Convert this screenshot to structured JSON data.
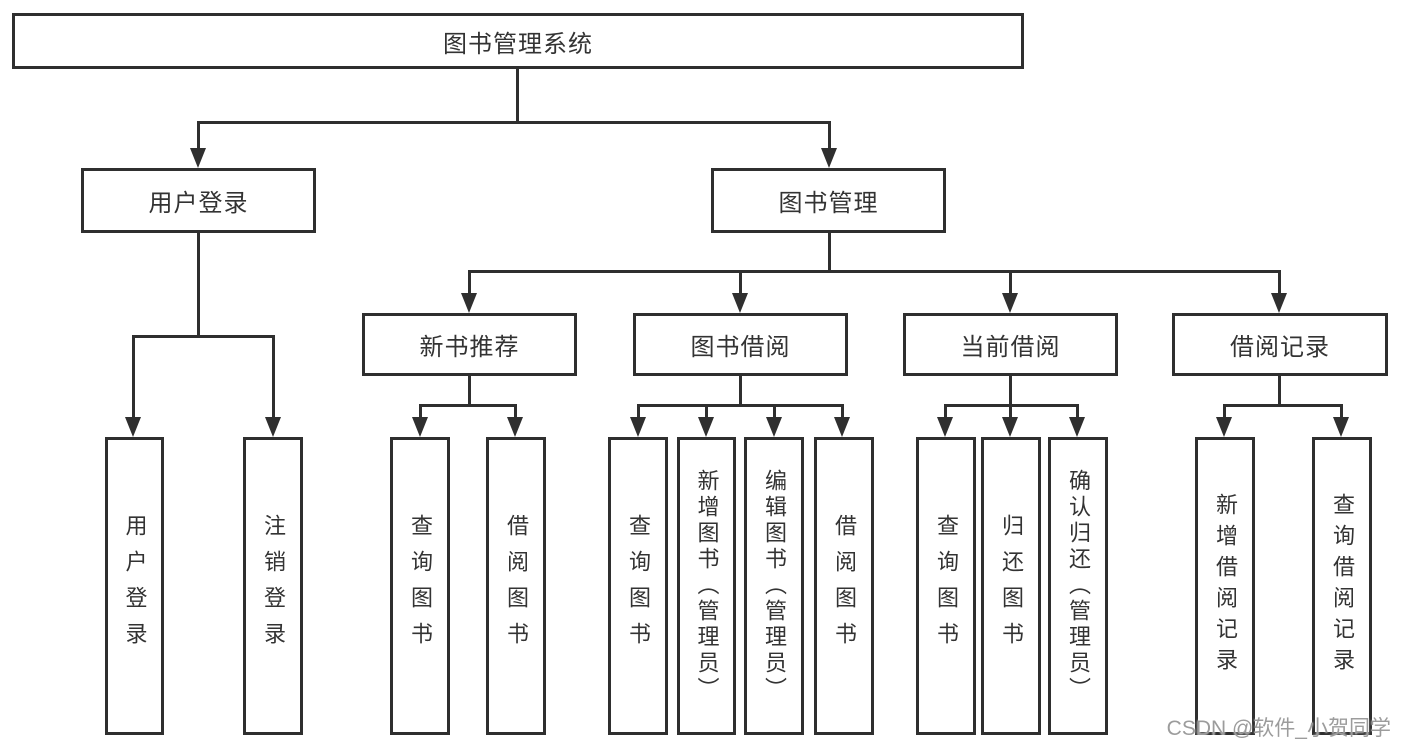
{
  "watermark": "CSDN @软件_小贺同学",
  "colors": {
    "line": "#2f2f2f",
    "text": "#333333",
    "watermark": "#9c9c9c",
    "background": "#ffffff"
  },
  "tree": {
    "label": "图书管理系统",
    "children": [
      {
        "label": "用户登录",
        "children": [
          {
            "label": "用户登录"
          },
          {
            "label": "注销登录"
          }
        ]
      },
      {
        "label": "图书管理",
        "children": [
          {
            "label": "新书推荐",
            "children": [
              {
                "label": "查询图书"
              },
              {
                "label": "借阅图书"
              }
            ]
          },
          {
            "label": "图书借阅",
            "children": [
              {
                "label": "查询图书"
              },
              {
                "label": "新增图书（管理员）"
              },
              {
                "label": "编辑图书（管理员）"
              },
              {
                "label": "借阅图书"
              }
            ]
          },
          {
            "label": "当前借阅",
            "children": [
              {
                "label": "查询图书"
              },
              {
                "label": "归还图书"
              },
              {
                "label": "确认归还（管理员）"
              }
            ]
          },
          {
            "label": "借阅记录",
            "children": [
              {
                "label": "新增借阅记录"
              },
              {
                "label": "查询借阅记录"
              }
            ]
          }
        ]
      }
    ]
  }
}
